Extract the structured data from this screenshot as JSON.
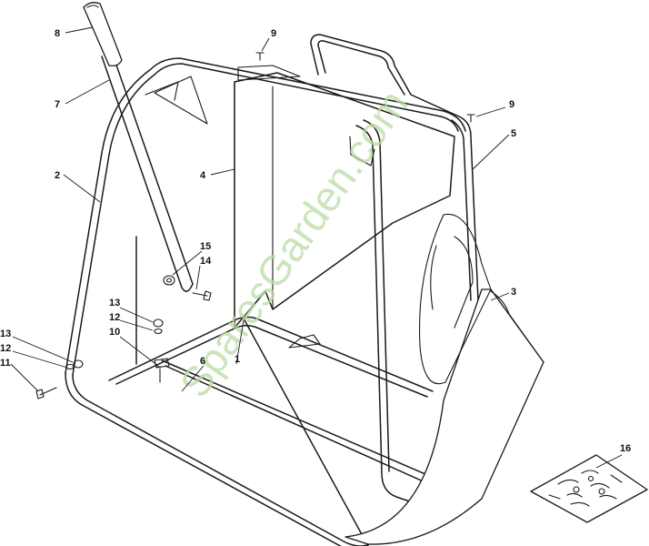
{
  "diagram": {
    "callouts": [
      {
        "id": "c8",
        "label": "8"
      },
      {
        "id": "c7",
        "label": "7"
      },
      {
        "id": "c2",
        "label": "2"
      },
      {
        "id": "c4",
        "label": "4"
      },
      {
        "id": "c9a",
        "label": "9"
      },
      {
        "id": "c9b",
        "label": "9"
      },
      {
        "id": "c5",
        "label": "5"
      },
      {
        "id": "c15",
        "label": "15"
      },
      {
        "id": "c14",
        "label": "14"
      },
      {
        "id": "c13a",
        "label": "13"
      },
      {
        "id": "c12a",
        "label": "12"
      },
      {
        "id": "c10",
        "label": "10"
      },
      {
        "id": "c6",
        "label": "6"
      },
      {
        "id": "c1",
        "label": "1"
      },
      {
        "id": "c3",
        "label": "3"
      },
      {
        "id": "c13b",
        "label": "13"
      },
      {
        "id": "c12b",
        "label": "12"
      },
      {
        "id": "c11",
        "label": "11"
      },
      {
        "id": "c16",
        "label": "16"
      }
    ],
    "watermark": "SparesGarden.com",
    "line_color": "#1a1a1a",
    "watermark_color": "#b9dca3"
  }
}
